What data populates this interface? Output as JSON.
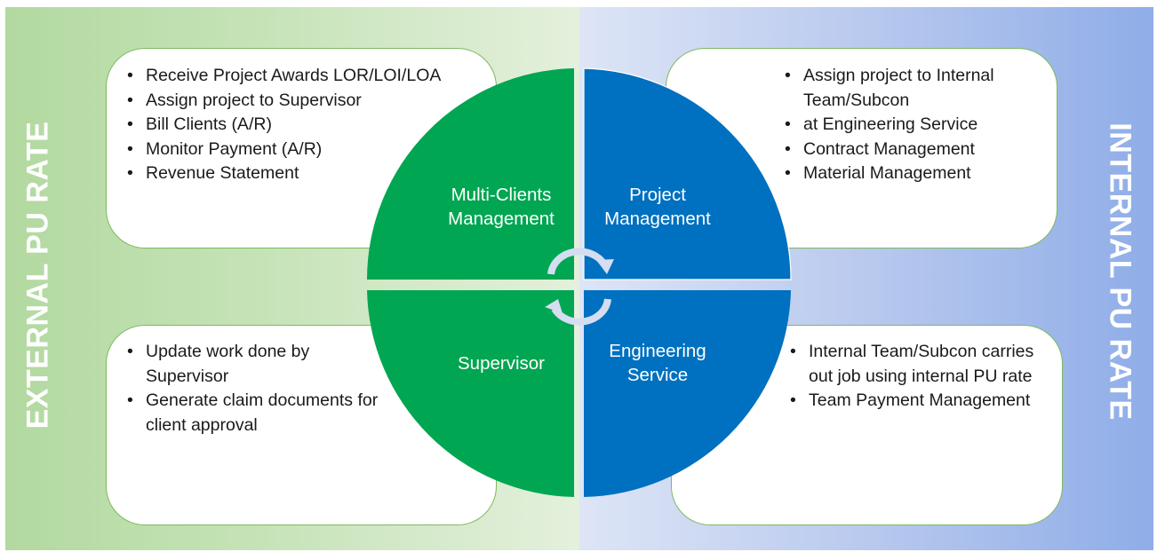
{
  "colors": {
    "external_panel": "#b2d9a0",
    "internal_panel": "#8fade8",
    "green_quadrant": "#00a651",
    "blue_quadrant": "#0070c0",
    "box_border": "#7fb85e",
    "cycle_arrows": "#d5ddf0"
  },
  "side_labels": {
    "left": "EXTERNAL PU RATE",
    "right": "INTERNAL PU RATE"
  },
  "quadrants": {
    "top_left": {
      "title_lines": [
        "Multi-Clients",
        "Management"
      ]
    },
    "top_right": {
      "title_lines": [
        "Project",
        "Management"
      ]
    },
    "bottom_left": {
      "title_lines": [
        "Supervisor"
      ]
    },
    "bottom_right": {
      "title_lines": [
        "Engineering",
        "Service"
      ]
    }
  },
  "boxes": {
    "top_left": {
      "items": [
        "Receive Project Awards LOR/LOI/LOA",
        "Assign project to Supervisor",
        "Bill Clients (A/R)",
        "Monitor Payment (A/R)",
        "Revenue Statement"
      ]
    },
    "top_right": {
      "items": [
        "Assign project to Internal Team/Subcon",
        "at Engineering Service",
        "Contract Management",
        "Material Management"
      ]
    },
    "bottom_left": {
      "items": [
        "Update work done by Supervisor",
        "Generate claim documents for client approval"
      ]
    },
    "bottom_right": {
      "items": [
        "Internal Team/Subcon carries out job using internal PU rate",
        "Team Payment Management"
      ]
    }
  },
  "icons": {
    "center": "cycle-arrows-icon"
  }
}
